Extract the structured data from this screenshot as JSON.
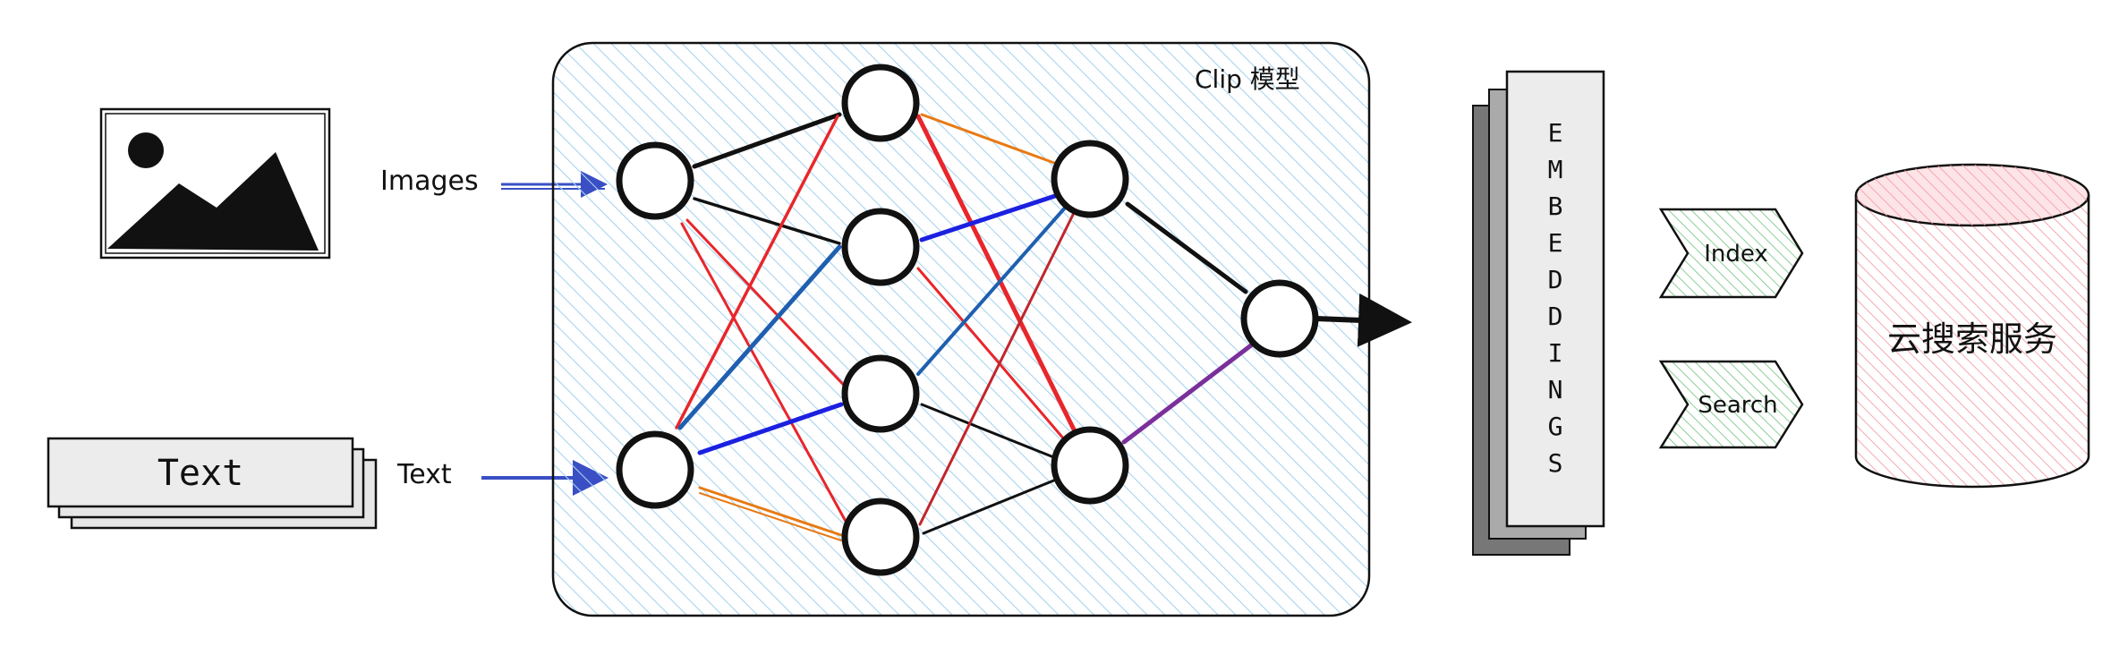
{
  "inputs": {
    "images_label": "Images",
    "text_label": "Text",
    "text_card_label": "Text"
  },
  "model": {
    "title": "Clip 模型"
  },
  "embeddings": {
    "letters": [
      "E",
      "M",
      "B",
      "E",
      "D",
      "D",
      "I",
      "N",
      "G",
      "S"
    ]
  },
  "actions": {
    "index_label": "Index",
    "search_label": "Search"
  },
  "service": {
    "label": "云搜索服务"
  },
  "colors": {
    "model_hatch": "#a8d4ee",
    "action_hatch": "#7fc98a",
    "db_hatch": "#f2a0a8",
    "arrow_blue": "#3a4fc4",
    "edge_red": "#e8262b",
    "edge_blue": "#1b20e0",
    "edge_orange": "#e87a14",
    "edge_steel": "#1f5fb0",
    "edge_purple": "#7a2f9a",
    "edge_black": "#111111"
  }
}
